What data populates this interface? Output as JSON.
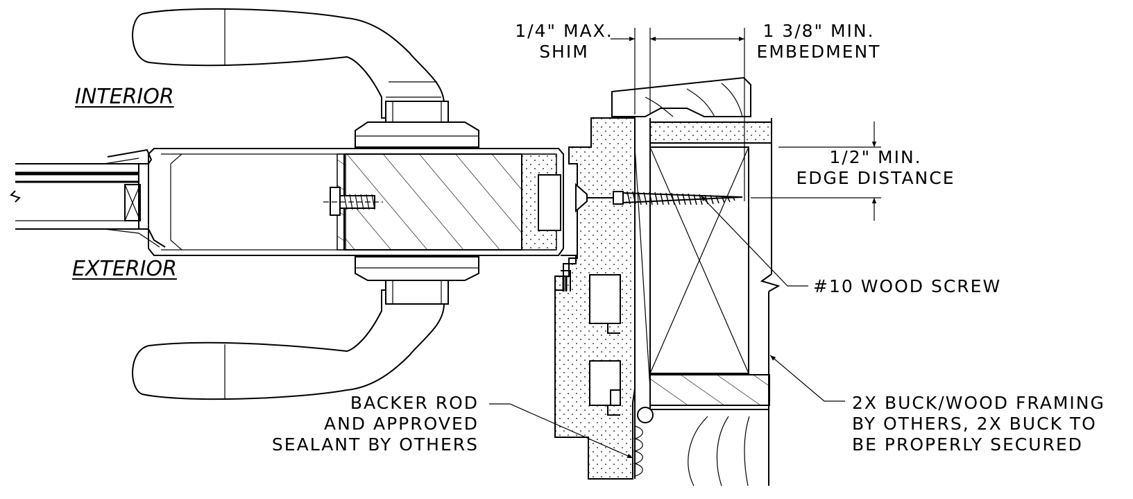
{
  "labels": {
    "interior": "INTERIOR",
    "exterior": "EXTERIOR",
    "shim_line1": "1/4\" MAX.",
    "shim_line2": "SHIM",
    "embed_line1": "1 3/8\" MIN.",
    "embed_line2": "EMBEDMENT",
    "edge_line1": "1/2\" MIN.",
    "edge_line2": "EDGE DISTANCE",
    "screw": "#10 WOOD SCREW",
    "backer_line1": "BACKER ROD",
    "backer_line2": "AND APPROVED",
    "backer_line3": "SEALANT BY OTHERS",
    "buck_line1": "2X BUCK/WOOD FRAMING",
    "buck_line2": "BY OTHERS, 2X BUCK TO",
    "buck_line3": "BE PROPERLY SECURED"
  },
  "colors": {
    "line": "#000000",
    "background": "#ffffff"
  }
}
